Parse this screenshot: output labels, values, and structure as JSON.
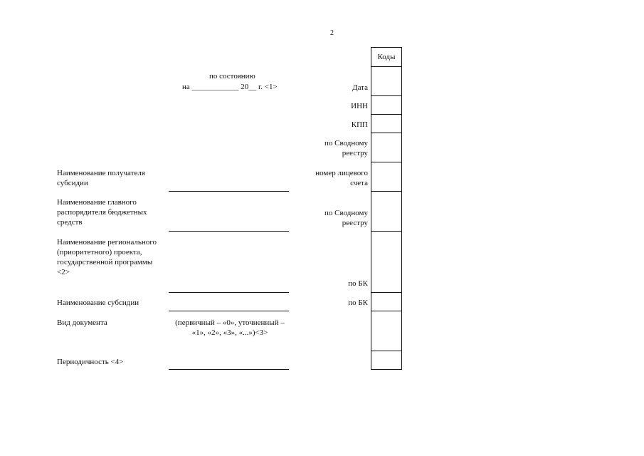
{
  "page_number": "2",
  "header": {
    "state_line1": "по состоянию",
    "state_line2": "на ____________ 20__ г. <1>"
  },
  "left_labels": {
    "recipient": "Наименование получателя субсидии",
    "chief_manager": "Наименование главного распорядителя бюджетных средств",
    "project": "Наименование регионального (приоритетного) проекта, государственной программы <2>",
    "subsidy": "Наименование субсидии",
    "doc_type": "Вид документа",
    "periodicity": "Периодичность <4>"
  },
  "doc_type_values": "(первичный – «0», уточненный – «1», «2», «3», «...»)<3>",
  "right_labels": {
    "date": "Дата",
    "inn": "ИНН",
    "kpp": "КПП",
    "svod_reestr_1": "по Сводному реестру",
    "account_number": "номер лицевого счета",
    "svod_reestr_2": "по Сводному реестру",
    "bk_1": "по БК",
    "bk_2": "по БК"
  },
  "codes_header": "Коды"
}
